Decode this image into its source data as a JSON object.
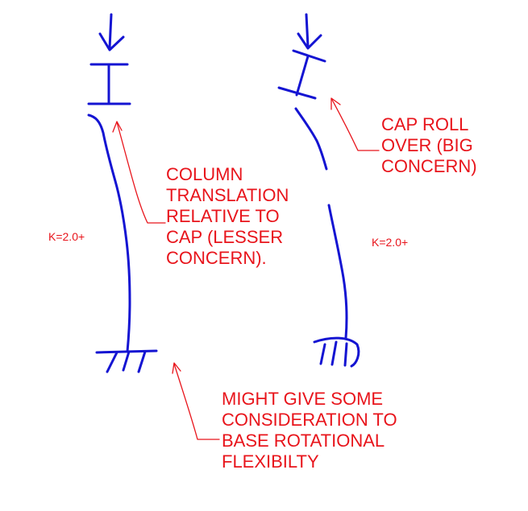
{
  "colors": {
    "sketch": "#1414d2",
    "annotation": "#e8141b",
    "background": "#ffffff"
  },
  "labels": {
    "column_translation": [
      "COLUMN",
      "TRANSLATION",
      "RELATIVE TO",
      "CAP (LESSER",
      "CONCERN)."
    ],
    "cap_roll_over": [
      "CAP ROLL",
      "OVER (BIG",
      "CONCERN)"
    ],
    "base_rotation": [
      "MIGHT GIVE SOME",
      "CONSIDERATION TO",
      "BASE ROTATIONAL",
      "FLEXIBILTY"
    ],
    "k_left": "K=2.0+",
    "k_right": "K=2.0+"
  }
}
